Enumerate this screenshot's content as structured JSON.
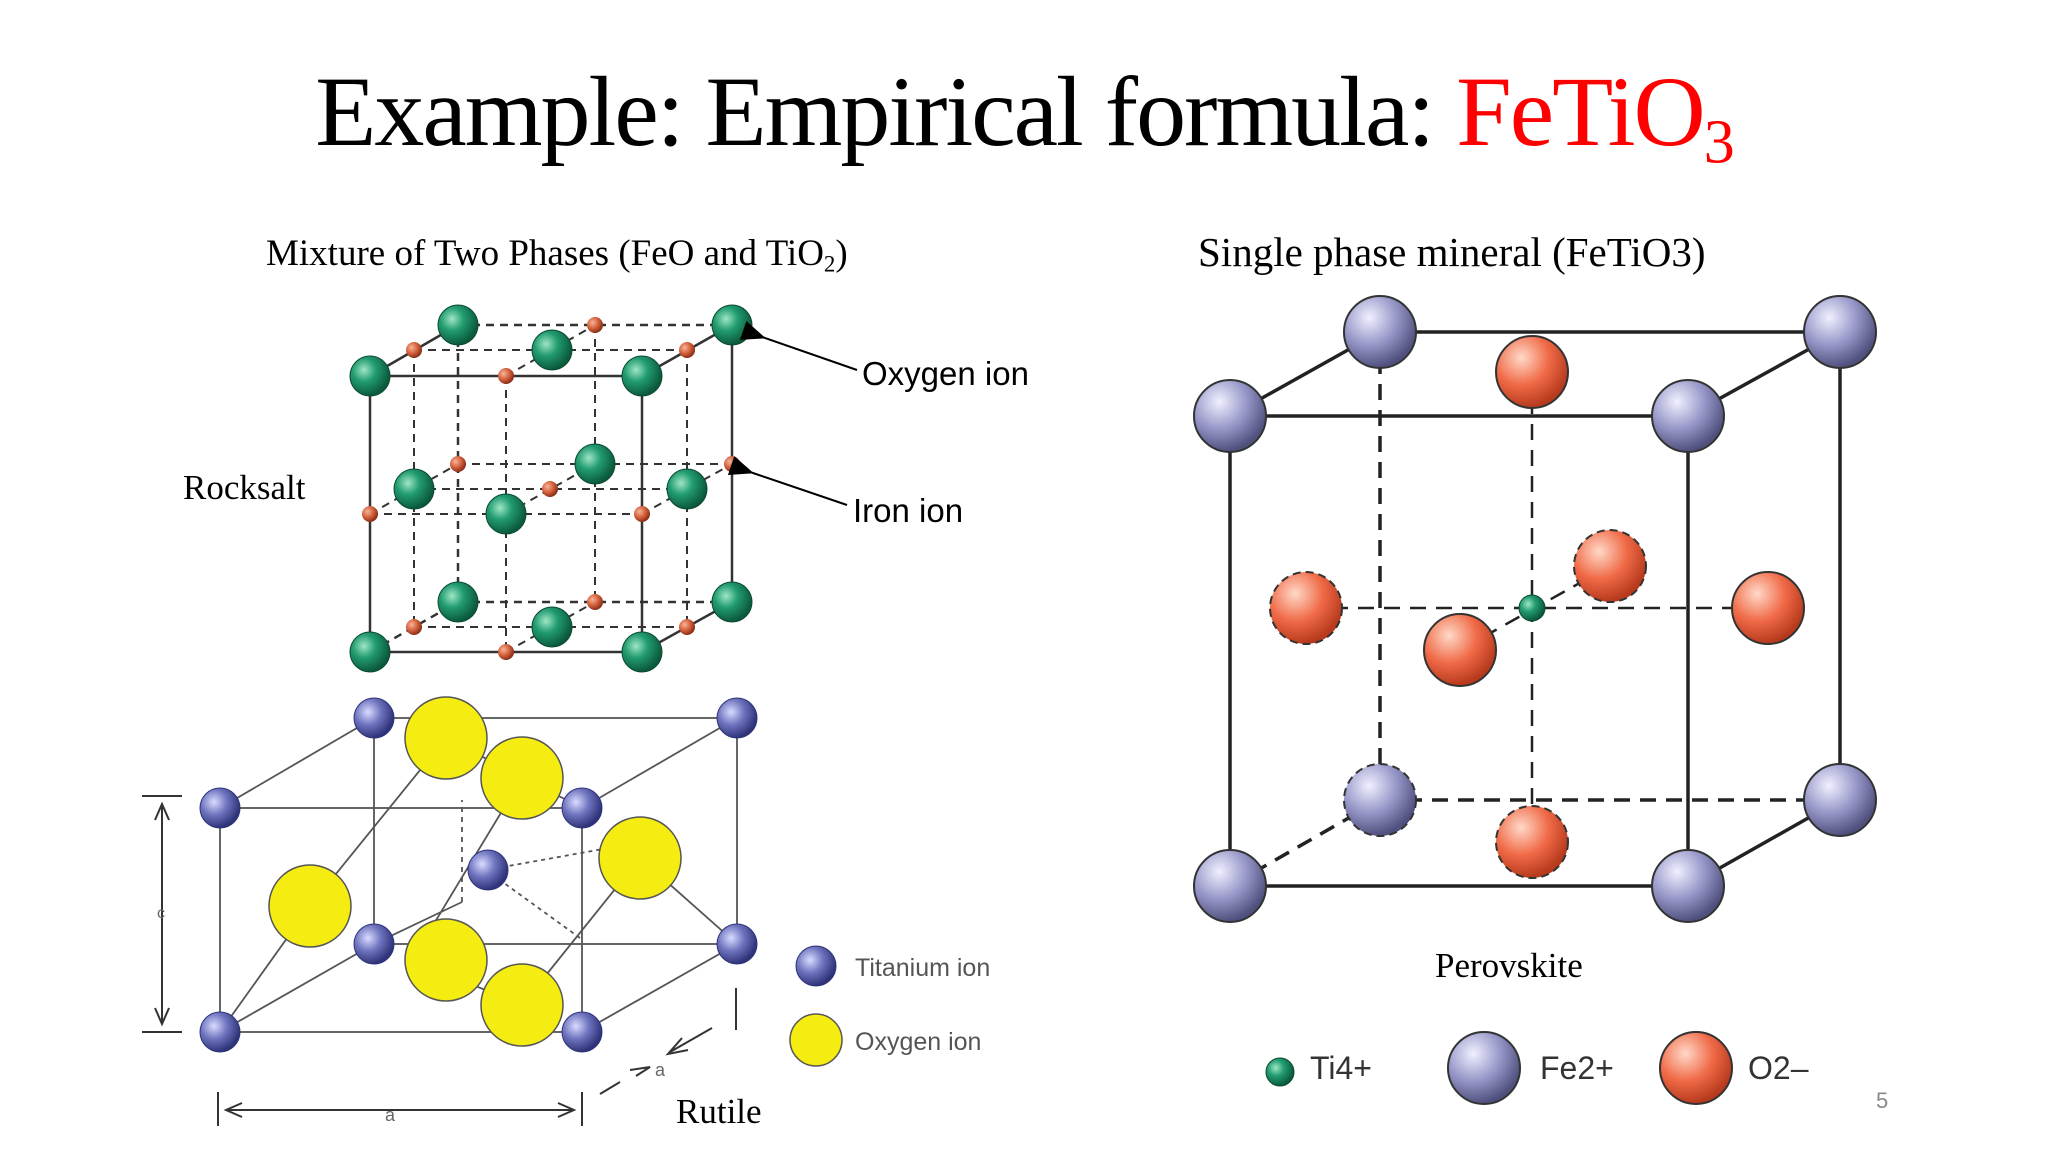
{
  "title": {
    "prefix": "Example: Empirical formula: ",
    "formula": "FeTiO",
    "formula_sub": "3"
  },
  "left": {
    "subtitle_prefix": "Mixture of Two Phases (FeO and TiO",
    "subtitle_sub": "2",
    "subtitle_suffix": ")",
    "rocksalt_label": "Rocksalt",
    "oxygen_ion_label": "Oxygen ion",
    "iron_ion_label": "Iron ion",
    "rutile_label": "Rutile",
    "rutile_legend": {
      "titanium": "Titanium ion",
      "oxygen": "Oxygen ion"
    },
    "axis_labels": {
      "a": "a",
      "a2": "a",
      "c": "c"
    }
  },
  "right": {
    "subtitle": "Single phase mineral (FeTiO3)",
    "perovskite_label": "Perovskite",
    "legend": {
      "ti": "Ti4+",
      "fe": "Fe2+",
      "o": "O2–"
    }
  },
  "page_number": "5",
  "colors": {
    "title_highlight": "#ff0000",
    "oxygen_green": "#1f9a6f",
    "iron_red": "#d5623e",
    "ti_blue": "#6f74bf",
    "oxygen_yellow": "#f2ea10",
    "perovskite_purple": "#8f8fc4",
    "perovskite_orange": "#f06a47"
  }
}
